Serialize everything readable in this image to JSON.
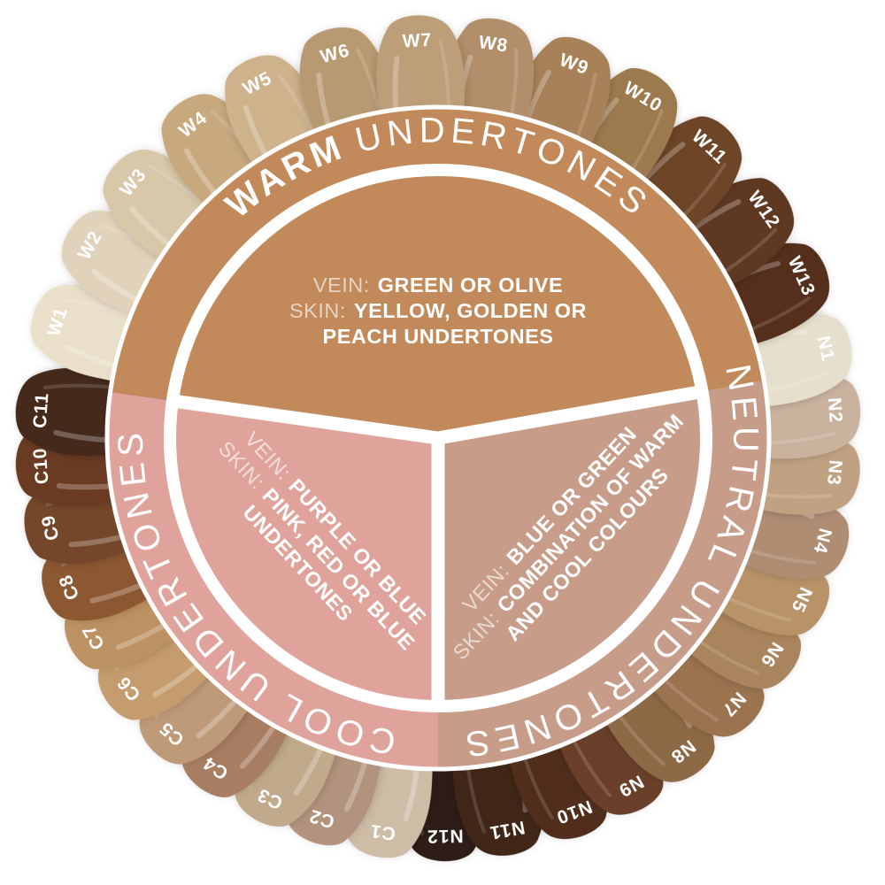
{
  "canvas": {
    "background": "#ffffff",
    "text_color": "#ffffff"
  },
  "wheel": {
    "sections": {
      "warm": {
        "ring_word1": "WARM",
        "ring_word2": "UNDERTONES",
        "color": "#c28a5b",
        "vein_label": "VEIN:",
        "vein_value": "GREEN OR OLIVE",
        "skin_label": "SKIN:",
        "skin_value": "YELLOW, GOLDEN OR",
        "extra_line": "PEACH UNDERTONES"
      },
      "cool": {
        "ring_word1": "COOL",
        "ring_word2": "UNDERTONES",
        "color": "#dfa39b",
        "vein_label": "VEIN:",
        "vein_value": "PURPLE OR BLUE",
        "skin_label": "SKIN:",
        "skin_value": "PINK, RED OR BLUE",
        "extra_line": "UNDERTONES"
      },
      "neutral": {
        "ring_word1": "NEUTRAL",
        "ring_word2": "UNDERTONES",
        "color": "#c79c89",
        "vein_label": "VEIN:",
        "vein_value": "BLUE OR GREEN",
        "skin_label": "SKIN:",
        "skin_value": "COMBINATION OF WARM",
        "extra_line": "AND COOL COLOURS"
      }
    },
    "swatches": [
      {
        "label": "W1",
        "group": "warm",
        "color": "#eadfc9",
        "angle": 163
      },
      {
        "label": "W2",
        "group": "warm",
        "color": "#e1d3bb",
        "angle": 151
      },
      {
        "label": "W3",
        "group": "warm",
        "color": "#d8c8a9",
        "angle": 140
      },
      {
        "label": "W4",
        "group": "warm",
        "color": "#c8a97e",
        "angle": 128
      },
      {
        "label": "W5",
        "group": "warm",
        "color": "#cdb28b",
        "angle": 117
      },
      {
        "label": "W6",
        "group": "warm",
        "color": "#b89a72",
        "angle": 105
      },
      {
        "label": "W7",
        "group": "warm",
        "color": "#bc9e78",
        "angle": 93
      },
      {
        "label": "W8",
        "group": "warm",
        "color": "#b28e6b",
        "angle": 82
      },
      {
        "label": "W9",
        "group": "warm",
        "color": "#a98159",
        "angle": 70
      },
      {
        "label": "W10",
        "group": "warm",
        "color": "#9c7a4e",
        "angle": 59
      },
      {
        "label": "W11",
        "group": "warm",
        "color": "#6e4527",
        "angle": 47
      },
      {
        "label": "W12",
        "group": "warm",
        "color": "#5f3823",
        "angle": 35
      },
      {
        "label": "W13",
        "group": "warm",
        "color": "#542f1e",
        "angle": 24
      },
      {
        "label": "N1",
        "group": "neutral",
        "color": "#e6dfce",
        "angle": 13
      },
      {
        "label": "N2",
        "group": "neutral",
        "color": "#c9b39e",
        "angle": 4
      },
      {
        "label": "N3",
        "group": "neutral",
        "color": "#c0a283",
        "angle": -5
      },
      {
        "label": "N4",
        "group": "neutral",
        "color": "#ae8d73",
        "angle": -15
      },
      {
        "label": "N5",
        "group": "neutral",
        "color": "#b99367",
        "angle": -24
      },
      {
        "label": "N6",
        "group": "neutral",
        "color": "#aa845c",
        "angle": -33
      },
      {
        "label": "N7",
        "group": "neutral",
        "color": "#9b734f",
        "angle": -42
      },
      {
        "label": "N8",
        "group": "neutral",
        "color": "#8e6945",
        "angle": -52
      },
      {
        "label": "N9",
        "group": "neutral",
        "color": "#6a4129",
        "angle": -61
      },
      {
        "label": "N10",
        "group": "neutral",
        "color": "#512f1d",
        "angle": -70
      },
      {
        "label": "N11",
        "group": "neutral",
        "color": "#402619",
        "angle": -80
      },
      {
        "label": "N12",
        "group": "neutral",
        "color": "#2f1c12",
        "angle": -89
      },
      {
        "label": "C1",
        "group": "cool",
        "color": "#cebca7",
        "angle": 262
      },
      {
        "label": "C2",
        "group": "cool",
        "color": "#b2937d",
        "angle": 253
      },
      {
        "label": "C3",
        "group": "cool",
        "color": "#c0aa8b",
        "angle": 245
      },
      {
        "label": "C4",
        "group": "cool",
        "color": "#a87e62",
        "angle": 236
      },
      {
        "label": "C5",
        "group": "cool",
        "color": "#bf9a79",
        "angle": 228
      },
      {
        "label": "C6",
        "group": "cool",
        "color": "#c49c6d",
        "angle": 219
      },
      {
        "label": "C7",
        "group": "cool",
        "color": "#bd9262",
        "angle": 210
      },
      {
        "label": "C8",
        "group": "cool",
        "color": "#8c5832",
        "angle": 202
      },
      {
        "label": "C9",
        "group": "cool",
        "color": "#74472c",
        "angle": 193
      },
      {
        "label": "C10",
        "group": "cool",
        "color": "#6b3a20",
        "angle": 184
      },
      {
        "label": "C11",
        "group": "cool",
        "color": "#45291b",
        "angle": 176
      }
    ]
  }
}
